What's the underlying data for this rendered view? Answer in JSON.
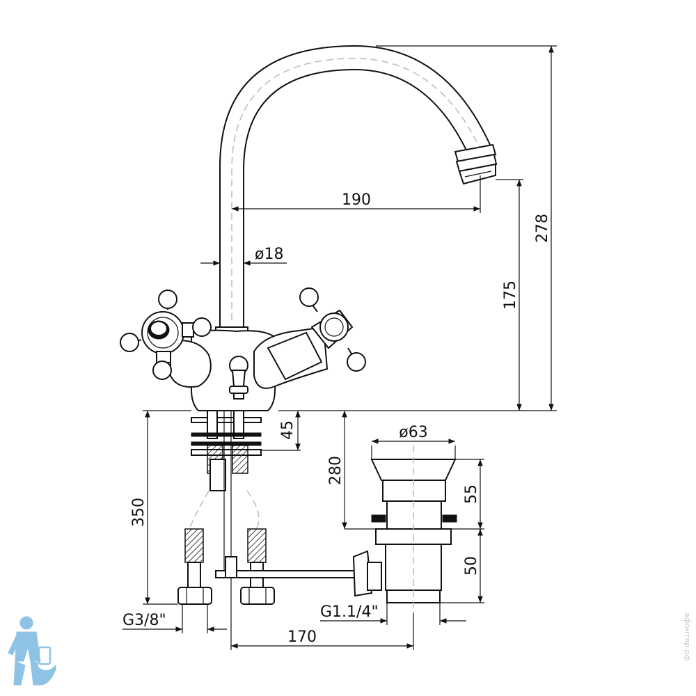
{
  "dimensions": {
    "spout_reach": "190",
    "total_height": "278",
    "outlet_height": "175",
    "pipe_diameter": "ø18",
    "shank_length": "45",
    "hose_length": "350",
    "drain_length": "280",
    "drain_diameter": "ø63",
    "drain_upper": "55",
    "drain_lower": "50",
    "hose_thread": "G3/8\"",
    "drain_thread": "G1.1/4\"",
    "rod_length": "170"
  },
  "watermark": "афонтяр.рф",
  "colors": {
    "line": "#111111",
    "hidden": "#bbbbbb",
    "logo": "#8ec3e6"
  }
}
